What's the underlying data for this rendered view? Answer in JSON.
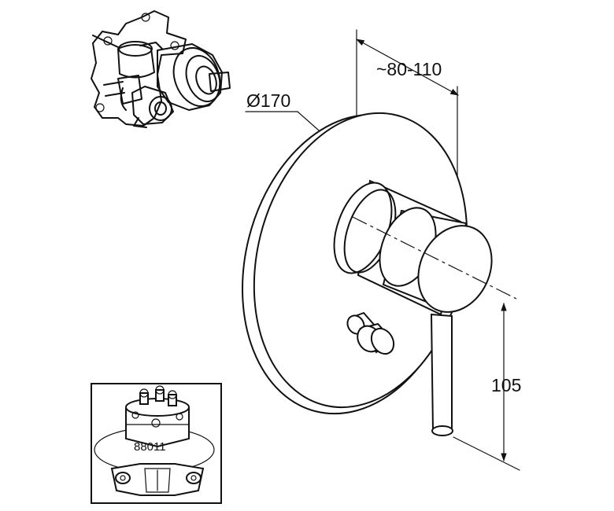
{
  "dimensions": {
    "diameter": "Ø170",
    "depth": "~80-110",
    "height": "105"
  },
  "inset": {
    "model_number": "88011"
  }
}
